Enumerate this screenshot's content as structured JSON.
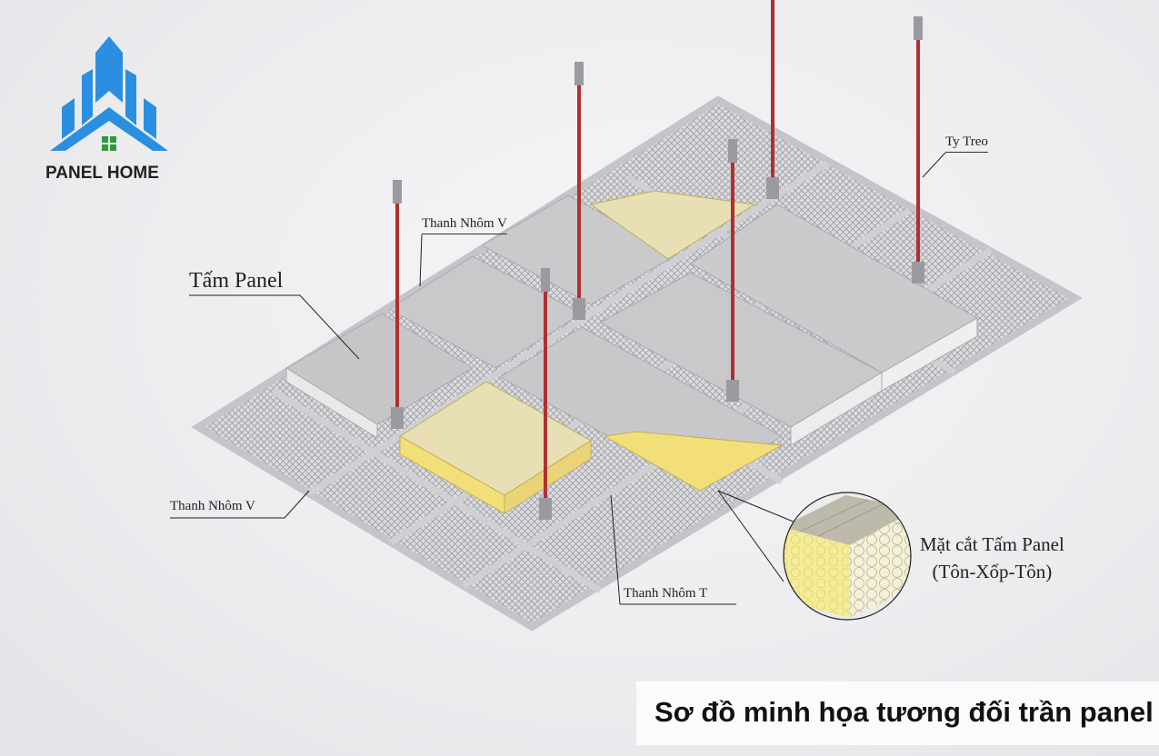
{
  "logo": {
    "text": "PANEL HOME",
    "color": "#2a8fe0",
    "window_color": "#2e9b3a"
  },
  "labels": {
    "tam_panel": "Tấm Panel",
    "thanh_nhom_v_top": "Thanh Nhôm V",
    "ty_treo": "Ty Treo",
    "thanh_nhom_v_left": "Thanh Nhôm V",
    "thanh_nhom_t": "Thanh Nhôm T",
    "cross_section_line1": "Mặt cắt Tấm Panel",
    "cross_section_line2": "(Tôn-Xốp-Tôn)"
  },
  "title": "Sơ đồ minh họa tương đối trần panel",
  "colors": {
    "rod": "#b03030",
    "panel": "#c9c9cc",
    "foam": "#f2e08a",
    "frame": "#d2d2d6"
  }
}
